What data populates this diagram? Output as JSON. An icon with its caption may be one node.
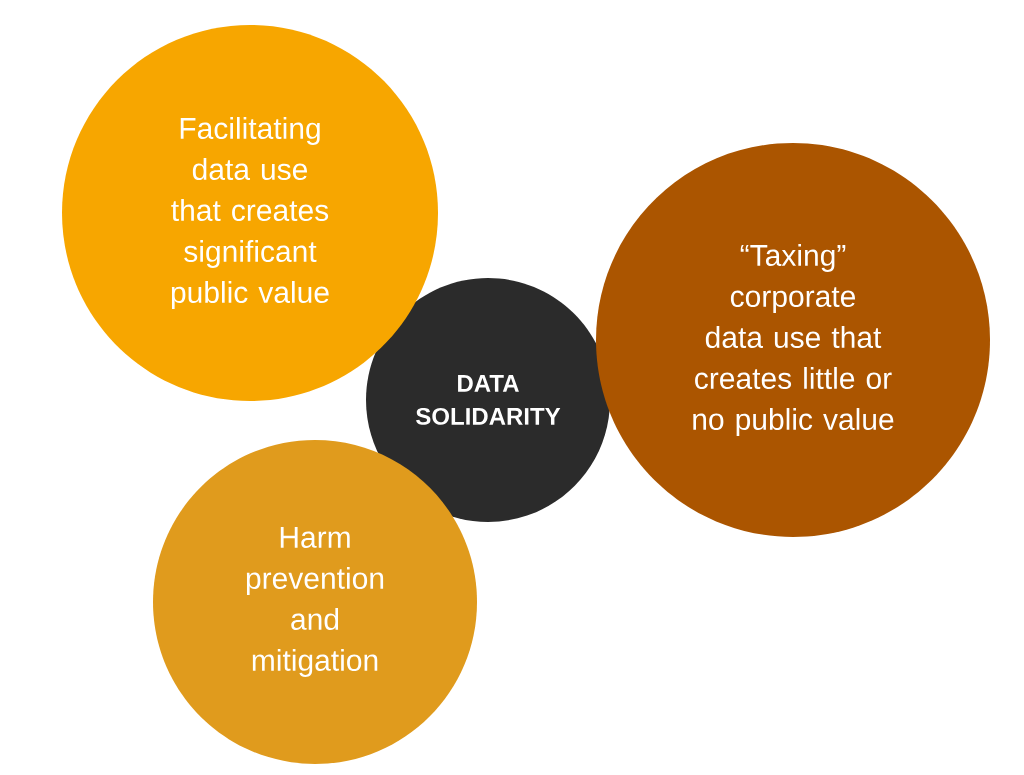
{
  "diagram": {
    "nodes": [
      {
        "text": [
          "DATA SOLIDARITY"
        ]
      },
      {
        "text": [
          "Facilitating data use that creates significant public value"
        ]
      },
      {
        "text": [
          "“Taxing” corporate data use that creates little or no public value"
        ]
      },
      {
        "text": [
          "Harm prevention and mitigation"
        ]
      }
    ]
  }
}
